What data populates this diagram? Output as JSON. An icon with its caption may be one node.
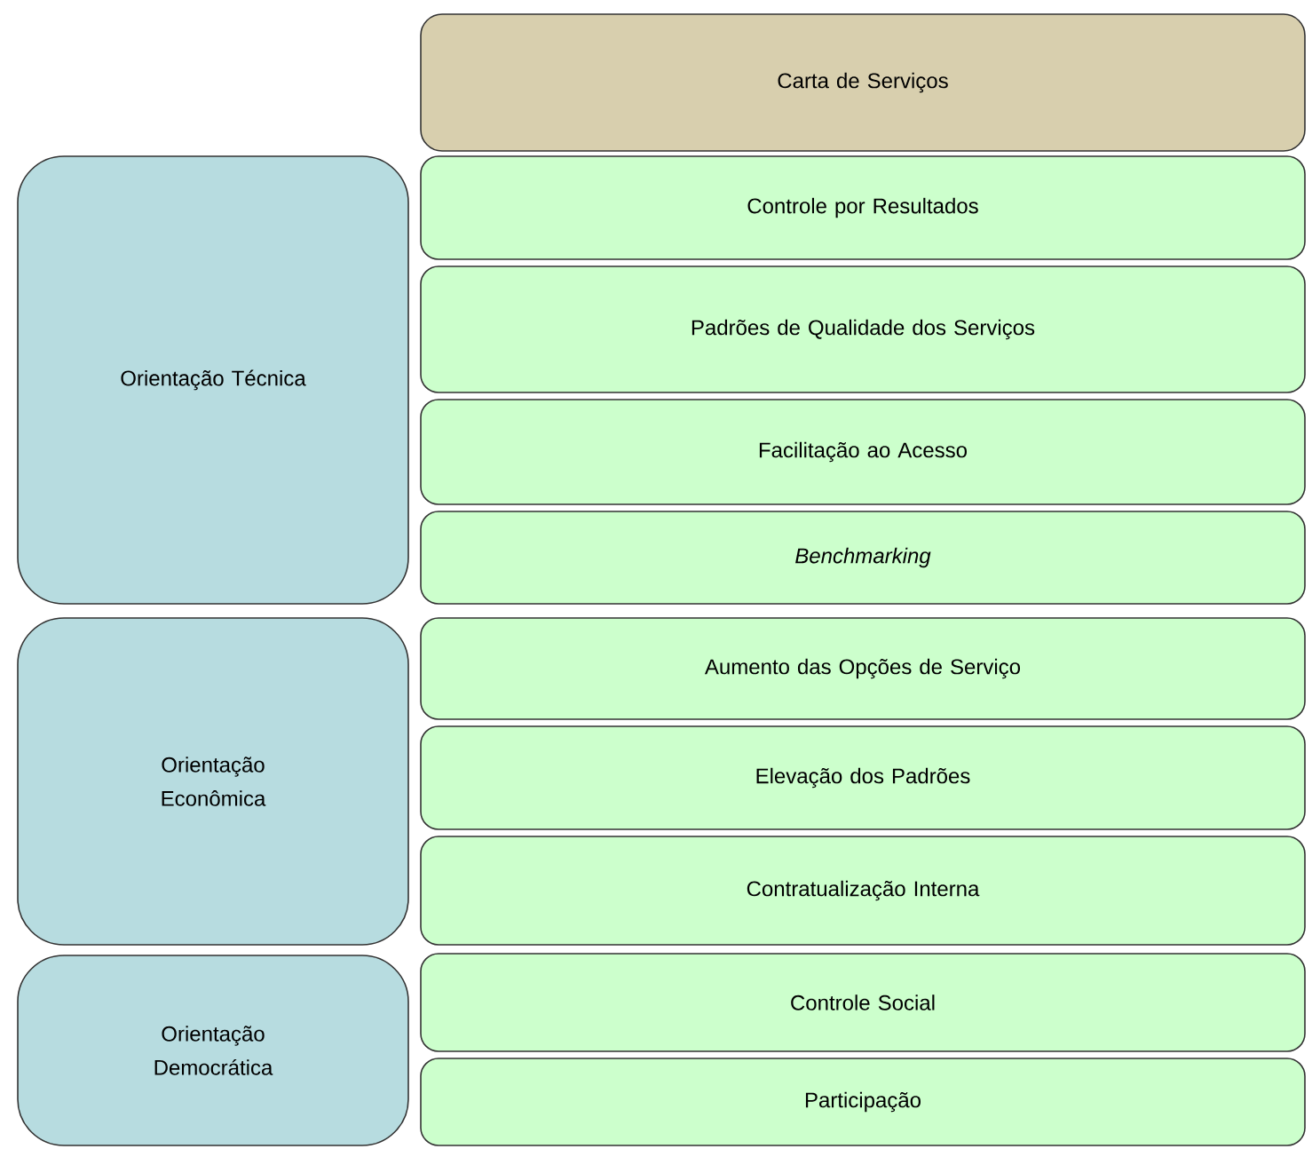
{
  "diagram": {
    "nodes": [
      {
        "text": [
          "Carta de Serviços"
        ]
      },
      {
        "text": [
          "Orientação Técnica"
        ]
      },
      {
        "text": [
          "Controle por Resultados"
        ]
      },
      {
        "text": [
          "Padrões de Qualidade dos Serviços"
        ]
      },
      {
        "text": [
          "Facilitação ao Acesso"
        ]
      },
      {
        "text": [
          "Benchmarking"
        ]
      },
      {
        "text": [
          "Orientação Econômica"
        ]
      },
      {
        "text": [
          "Aumento das Opções de Serviço"
        ]
      },
      {
        "text": [
          "Elevação dos Padrões"
        ]
      },
      {
        "text": [
          "Contratualização Interna"
        ]
      },
      {
        "text": [
          "Orientação Democrática"
        ]
      },
      {
        "text": [
          "Controle Social"
        ]
      },
      {
        "text": [
          "Participação"
        ]
      }
    ]
  }
}
